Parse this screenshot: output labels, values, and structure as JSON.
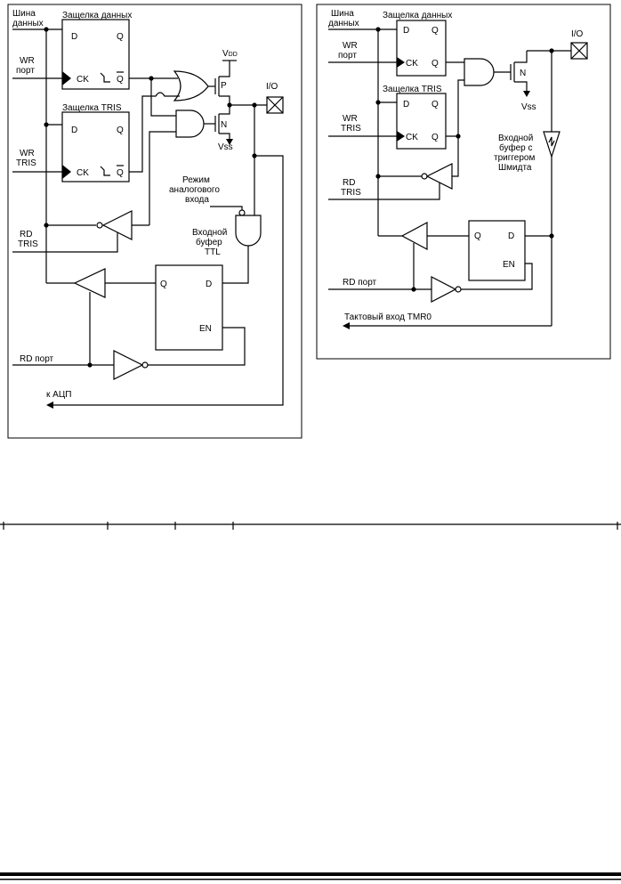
{
  "left_diagram": {
    "data_bus": [
      "Шина",
      "данных"
    ],
    "data_latch_title": "Защелка данных",
    "tris_latch_title": "Защелка TRIS",
    "wr_port": [
      "WR",
      "порт"
    ],
    "wr_tris": [
      "WR",
      "TRIS"
    ],
    "rd_tris": [
      "RD",
      "TRIS"
    ],
    "rd_port": "RD порт",
    "to_adc": "к АЦП",
    "io": "I/O",
    "vdd": [
      "V",
      "DD"
    ],
    "vss": "Vss",
    "p_mos": "P",
    "n_mos": "N",
    "analog_mode": [
      "Режим",
      "аналогового",
      "входа"
    ],
    "ttl_buffer": [
      "Входной",
      "буфер",
      "TTL"
    ],
    "pin_d": "D",
    "pin_q": "Q",
    "pin_ck": "CK",
    "pin_en": "EN"
  },
  "right_diagram": {
    "data_bus": [
      "Шина",
      "данных"
    ],
    "data_latch_title": "Защелка данных",
    "tris_latch_title": "Защелка TRIS",
    "wr_port": [
      "WR",
      "порт"
    ],
    "wr_tris": [
      "WR",
      "TRIS"
    ],
    "rd_tris": [
      "RD",
      "TRIS"
    ],
    "rd_port": "RD порт",
    "tmr0": "Тактовый вход TMR0",
    "io": "I/O",
    "vss": "Vss",
    "n_mos": "N",
    "schmitt_buffer": [
      "Входной",
      "буфер с",
      "триггером",
      "Шмидта"
    ],
    "pin_d": "D",
    "pin_q": "Q",
    "pin_ck": "CK",
    "pin_en": "EN"
  }
}
